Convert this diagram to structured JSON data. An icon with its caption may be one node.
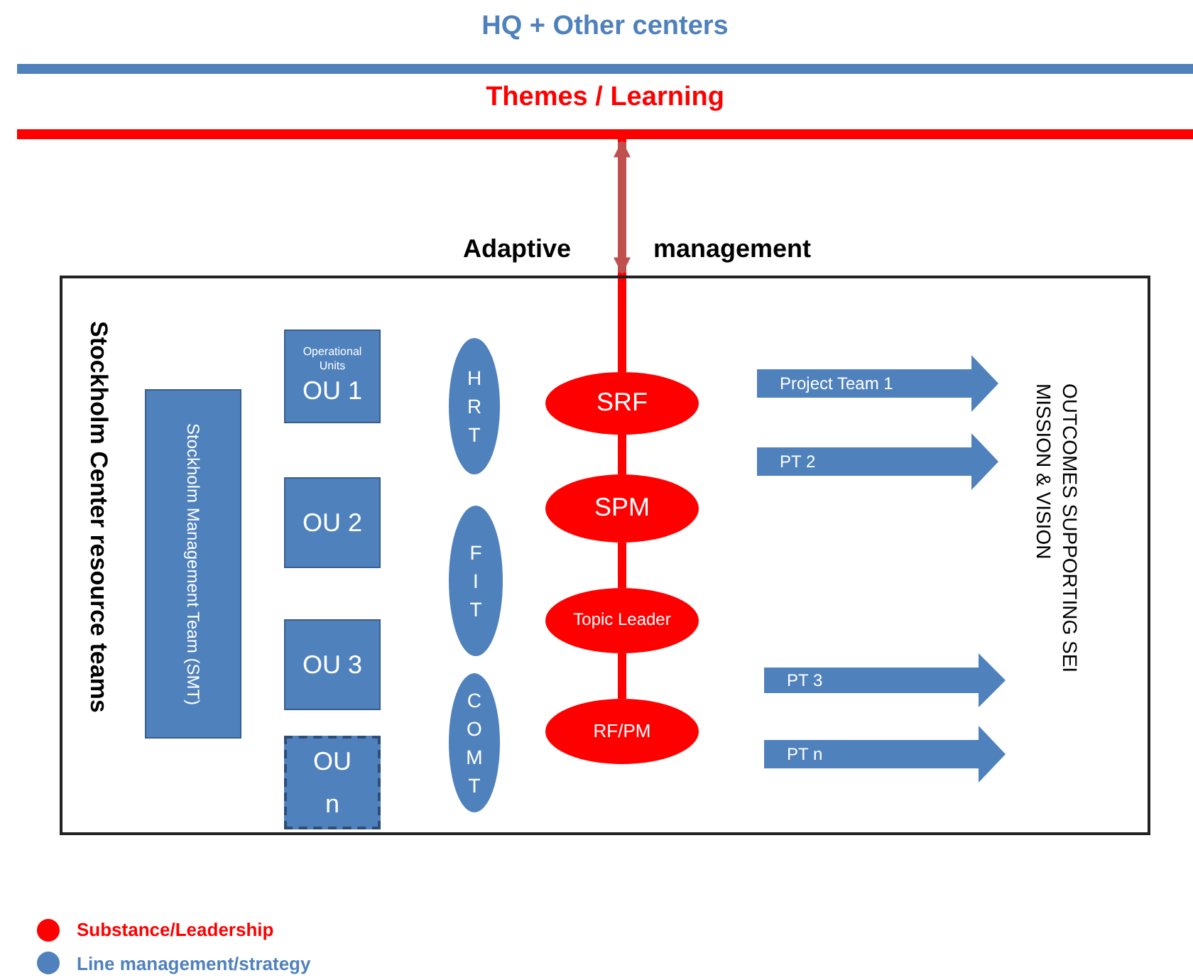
{
  "diagram": {
    "nodes": [
      {
        "text": [
          "HQ + Other centers"
        ]
      },
      {
        "text": [
          "Themes / Learning"
        ]
      },
      {
        "text": [
          "Stockholm Center resource teams"
        ]
      },
      {
        "text": [
          "Stockholm Management Team (SMT)"
        ],
        "in": 2
      },
      {
        "text": [
          "Operational Units",
          "OU 1"
        ],
        "in": 2
      },
      {
        "text": [
          "OU 2"
        ],
        "in": 2
      },
      {
        "text": [
          "OU 3"
        ],
        "in": 2
      },
      {
        "text": [
          "OU n"
        ],
        "in": 2
      },
      {
        "text": [
          "HRT"
        ],
        "in": 2
      },
      {
        "text": [
          "FIT"
        ],
        "in": 2
      },
      {
        "text": [
          "COMT"
        ],
        "in": 2
      },
      {
        "text": [
          "SRF"
        ],
        "in": 2
      },
      {
        "text": [
          "SPM"
        ],
        "in": 2
      },
      {
        "text": [
          "Topic Leader"
        ],
        "in": 2
      },
      {
        "text": [
          "RF/PM"
        ],
        "in": 2
      },
      {
        "text": [
          "Project Team 1"
        ],
        "in": 2
      },
      {
        "text": [
          "PT 2"
        ],
        "in": 2
      },
      {
        "text": [
          "PT 3"
        ],
        "in": 2
      },
      {
        "text": [
          "PT n"
        ],
        "in": 2
      }
    ],
    "edges": [
      {
        "from": 1,
        "to": 11,
        "arrow": "none",
        "color": "#ff0000"
      },
      {
        "from": 1,
        "to": 2,
        "arrow": "both",
        "color": "#c0504d"
      },
      {
        "from": 11,
        "to": 12,
        "arrow": "none",
        "color": "#ff0000"
      },
      {
        "from": 12,
        "to": 13,
        "arrow": "none",
        "color": "#ff0000"
      },
      {
        "from": 13,
        "to": 14,
        "arrow": "none",
        "color": "#ff0000"
      }
    ],
    "labels": [
      "Adaptive",
      "management",
      "OUTCOMES SUPPORTING SEI MISSION & VISION"
    ],
    "legend": [
      {
        "text": "Substance/Leadership",
        "color": "#ff0000"
      },
      {
        "text": "Line management/strategy",
        "color": "#4f81bd"
      }
    ]
  }
}
